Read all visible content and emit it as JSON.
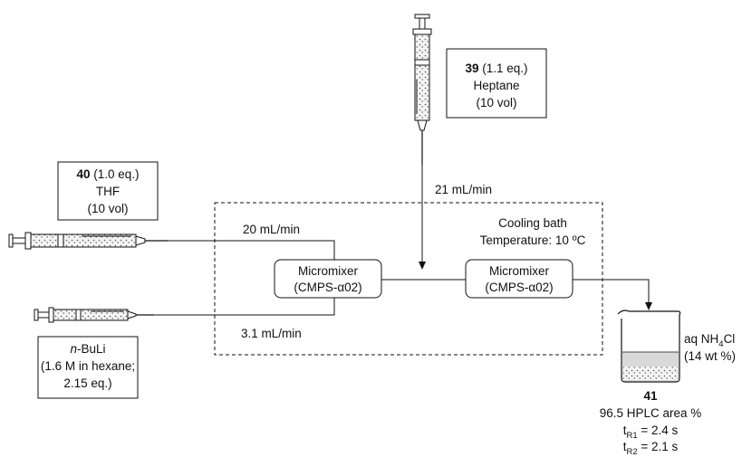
{
  "reagent_39": {
    "compound": "39",
    "equiv": " (1.1 eq.)",
    "solvent": "Heptane",
    "volume": "(10 vol)"
  },
  "reagent_40": {
    "compound": "40",
    "equiv": " (1.0 eq.)",
    "solvent": "THF",
    "volume": "(10 vol)"
  },
  "reagent_buli": {
    "prefix": "n",
    "name": "-BuLi",
    "line2": "(1.6 M in hexane;",
    "line3": "2.15 eq.)"
  },
  "flow_rates": {
    "heptane": "21 mL/min",
    "thf": "20 mL/min",
    "buli": "3.1 mL/min"
  },
  "cooling_bath": {
    "title": "Cooling bath",
    "temperature": "Temperature: 10 ºC"
  },
  "mixer_1": {
    "name": "Micromixer",
    "model": "(CMPS-α02)"
  },
  "mixer_2": {
    "name": "Micromixer",
    "model": "(CMPS-α02)"
  },
  "quench": {
    "reagent_main": "aq NH",
    "reagent_sub": "4",
    "reagent_tail": "Cl",
    "conc": "(14 wt %)"
  },
  "product": {
    "compound": "41",
    "purity": "96.5 HPLC area %",
    "tr1": {
      "main": "t",
      "sub": "R1",
      "value": " = 2.4 s"
    },
    "tr2": {
      "main": "t",
      "sub": "R2",
      "value": " = 2.1 s"
    }
  },
  "colors": {
    "line": "#111111",
    "liquid": "#d9d9d9",
    "solid": "#7a7a7a"
  },
  "icons": [
    "syringe-icon",
    "beaker-icon"
  ]
}
